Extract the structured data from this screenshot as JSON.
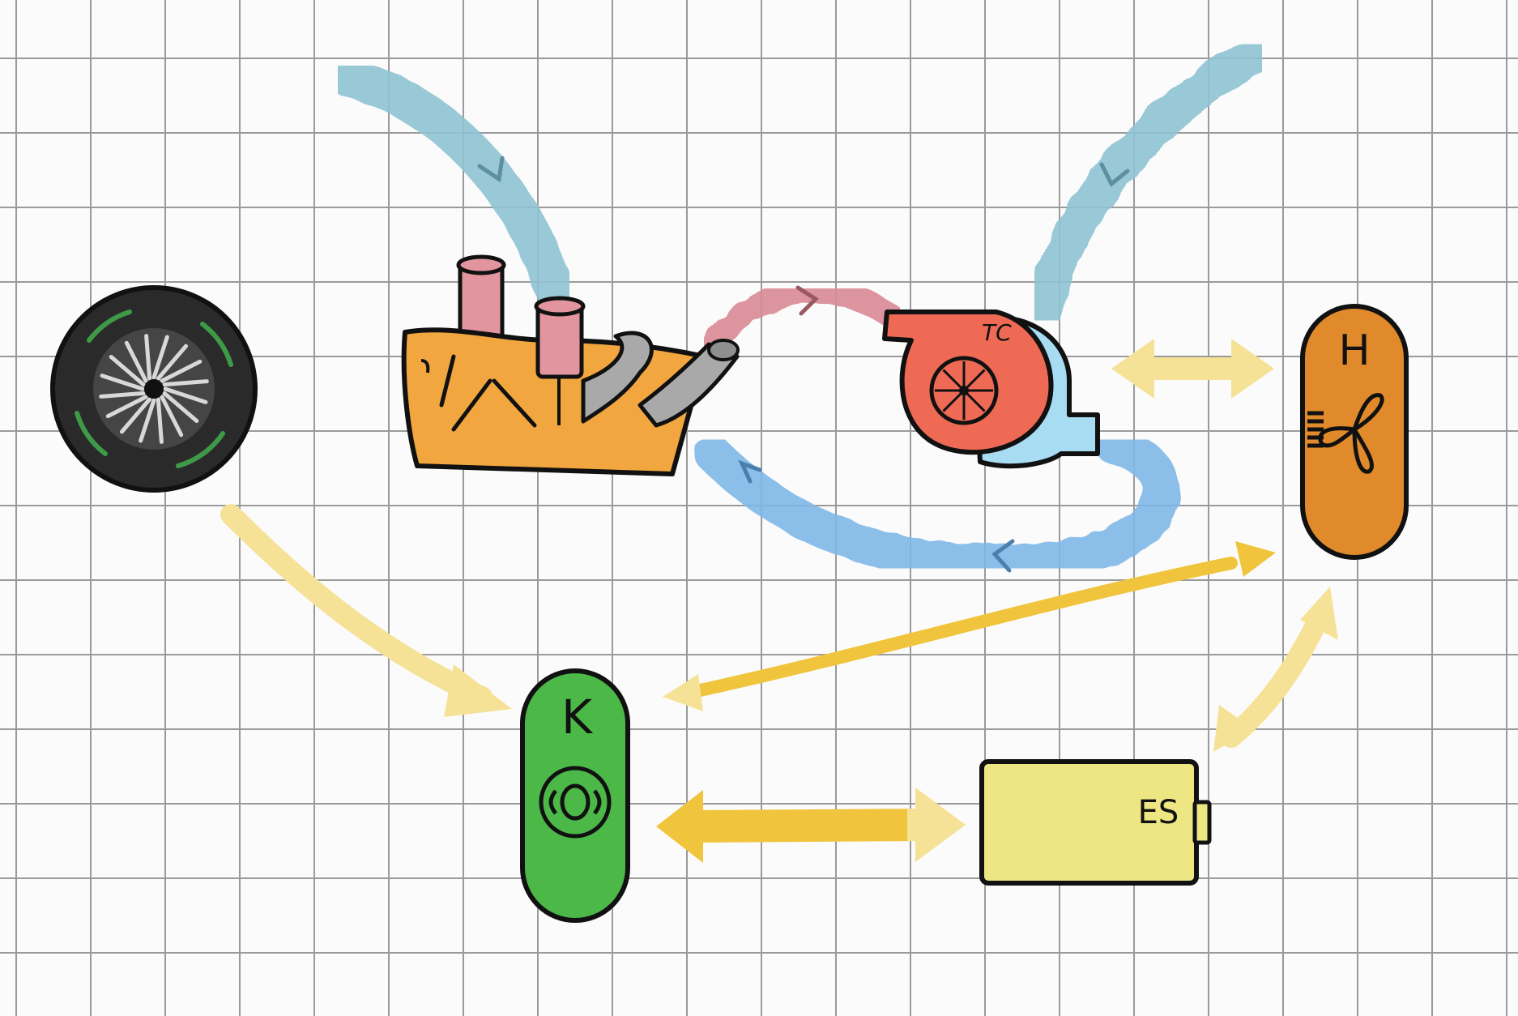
{
  "labels": {
    "turbocharger": "TC",
    "mgu_h": "H",
    "mgu_k": "K",
    "energy_store": "ES"
  },
  "colors": {
    "grid_line": "#9a9a9a",
    "background": "#fbfbfb",
    "intake_air": "#8fc3d3",
    "hot_exhaust": "#d98b94",
    "compressed_air": "#7fb8e6",
    "energy_flow": "#f2cf45",
    "energy_flow_faded": "#f6e296",
    "engine_block": "#f2a640",
    "exhaust_manifold": "#a9a9a9",
    "turbine_housing": "#ef6a55",
    "compressor_housing": "#a7dcf2",
    "mgu_h_unit": "#e08a2b",
    "mgu_k_unit": "#4cb848",
    "energy_store_unit": "#ede683",
    "tyre": "#2a2a2a",
    "tyre_stripe": "#3f9a48",
    "outline": "#111111"
  },
  "icons": {
    "wheel": "wheel-icon",
    "engine": "engine-icon",
    "turbo": "turbocharger-icon",
    "mgu_h": "mgu-h-icon",
    "mgu_k": "mgu-k-icon",
    "energy_store": "battery-icon",
    "fan": "fan-icon",
    "coil": "coil-icon"
  }
}
